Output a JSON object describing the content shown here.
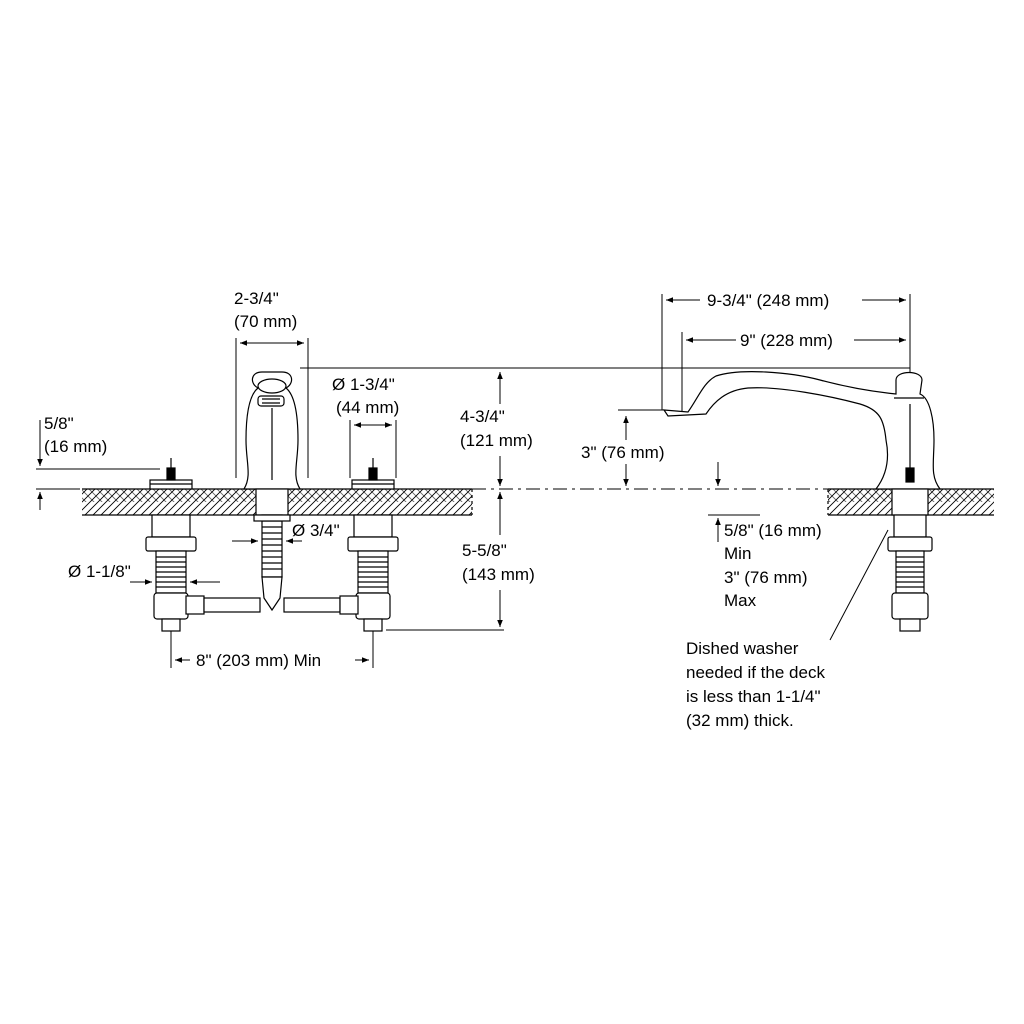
{
  "front_view": {
    "spout_width": {
      "inch": "2-3/4\"",
      "mm": "(70 mm)"
    },
    "handle_base_diameter": {
      "inch": "Ø 1-3/4\"",
      "mm": "(44 mm)"
    },
    "handle_above_deck": {
      "inch": "5/8\"",
      "mm": "(16 mm)"
    },
    "supply_inlet_diameter": "Ø 3/4\"",
    "shank_diameter": "Ø 1-1/8\"",
    "below_deck_depth": {
      "inch": "5-5/8\"",
      "mm": "(143 mm)"
    },
    "centers": "8\" (203 mm) Min",
    "spout_height": {
      "inch": "4-3/4\"",
      "mm": "(121 mm)"
    }
  },
  "side_view": {
    "overall_length": "9-3/4\" (248 mm)",
    "spout_reach": "9\" (228 mm)",
    "spout_outlet_height": "3\" (76 mm)",
    "deck_thickness": {
      "min": "5/8\" (16 mm)",
      "min_label": "Min",
      "max": "3\" (76 mm)",
      "max_label": "Max"
    },
    "washer_note": [
      "Dished washer",
      "needed if the deck",
      "is less than 1-1/4\"",
      "(32 mm) thick."
    ]
  },
  "colors": {
    "line": "#000000",
    "background": "#ffffff"
  }
}
